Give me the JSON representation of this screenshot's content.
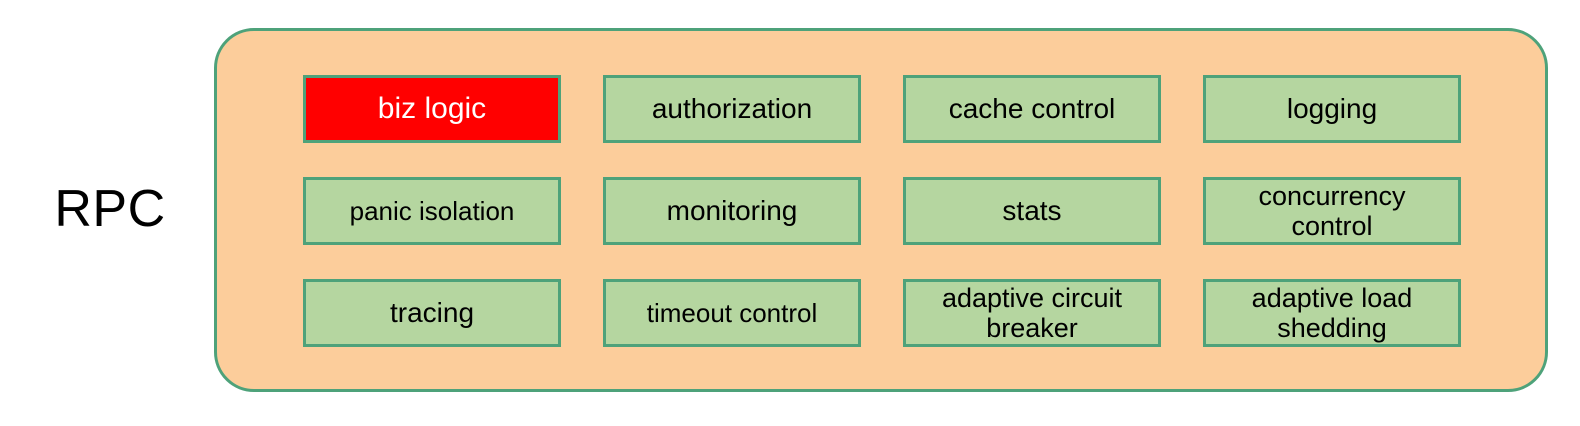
{
  "diagram": {
    "side_label": "RPC",
    "container": {
      "name": "rpc-middleware-container",
      "fill": "#fccd9b",
      "border": "#4ea27a"
    },
    "palette": {
      "box_fill": "#b5d6a0",
      "box_border": "#4ea27a",
      "highlight_fill": "#ff0000",
      "highlight_text": "#ffffff",
      "text": "#000000",
      "background": "#ffffff"
    },
    "cells": [
      {
        "label": "biz logic",
        "highlight": true,
        "size": "md",
        "two_line": false
      },
      {
        "label": "authorization",
        "highlight": false,
        "size": "md",
        "two_line": false
      },
      {
        "label": "cache control",
        "highlight": false,
        "size": "md",
        "two_line": false
      },
      {
        "label": "logging",
        "highlight": false,
        "size": "md",
        "two_line": false
      },
      {
        "label": "panic isolation",
        "highlight": false,
        "size": "sm",
        "two_line": false
      },
      {
        "label": "monitoring",
        "highlight": false,
        "size": "md",
        "two_line": false
      },
      {
        "label": "stats",
        "highlight": false,
        "size": "md",
        "two_line": false
      },
      {
        "label": "concurrency\ncontrol",
        "highlight": false,
        "size": "two-line",
        "two_line": true
      },
      {
        "label": "tracing",
        "highlight": false,
        "size": "md",
        "two_line": false
      },
      {
        "label": "timeout control",
        "highlight": false,
        "size": "sm",
        "two_line": false
      },
      {
        "label": "adaptive circuit\nbreaker",
        "highlight": false,
        "size": "two-line",
        "two_line": true
      },
      {
        "label": "adaptive load\nshedding",
        "highlight": false,
        "size": "two-line",
        "two_line": true
      }
    ]
  }
}
